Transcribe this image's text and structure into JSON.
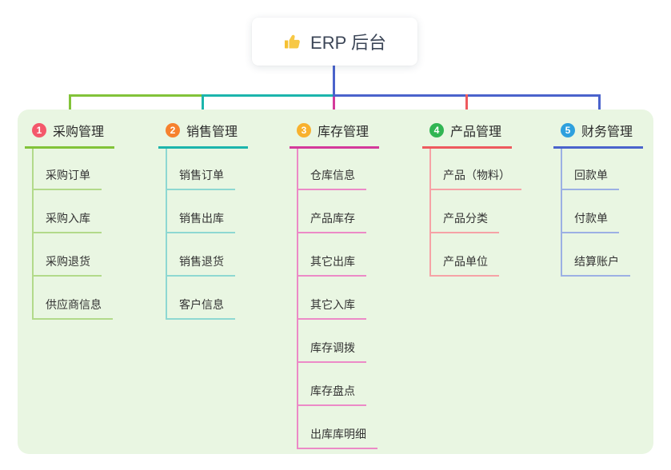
{
  "root": {
    "title": "ERP 后台",
    "icon": "thumbs-up-icon",
    "icon_color": "#f5c033"
  },
  "colors": {
    "connector_blue": "#4a63cc",
    "panel_bg": "#e9f6e2"
  },
  "branches": [
    {
      "number": "1",
      "title": "采购管理",
      "color": {
        "main": "#82c339",
        "light": "#b2da8a",
        "badge": "#f4586b"
      },
      "items": [
        "采购订单",
        "采购入库",
        "采购退货",
        "供应商信息"
      ]
    },
    {
      "number": "2",
      "title": "销售管理",
      "color": {
        "main": "#1cb5ac",
        "light": "#8ed8d2",
        "badge": "#f6812e"
      },
      "items": [
        "销售订单",
        "销售出库",
        "销售退货",
        "客户信息"
      ]
    },
    {
      "number": "3",
      "title": "库存管理",
      "color": {
        "main": "#d43a9b",
        "light": "#ec8ac7",
        "badge": "#f8b12e"
      },
      "items": [
        "仓库信息",
        "产品库存",
        "其它出库",
        "其它入库",
        "库存调拨",
        "库存盘点",
        "出库库明细"
      ]
    },
    {
      "number": "4",
      "title": "产品管理",
      "color": {
        "main": "#ee5a5e",
        "light": "#f6a2a6",
        "badge": "#31b553"
      },
      "items": [
        "产品（物料）",
        "产品分类",
        "产品单位"
      ]
    },
    {
      "number": "5",
      "title": "财务管理",
      "color": {
        "main": "#4a63cc",
        "light": "#9cb0e4",
        "badge": "#2ea0de"
      },
      "items": [
        "回款单",
        "付款单",
        "结算账户"
      ]
    }
  ]
}
